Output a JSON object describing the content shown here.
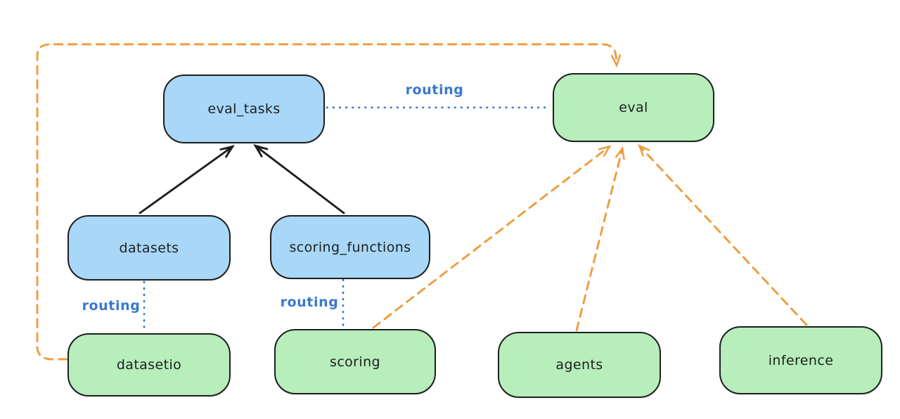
{
  "diagram": {
    "colors": {
      "blue_node_fill": "#a8d7f7",
      "green_node_fill": "#b7eebb",
      "node_stroke": "#1e1e1e",
      "routing_blue": "#3a78cf",
      "provider_orange": "#ef9c3e",
      "background": "#ffffff"
    },
    "nodes": [
      {
        "id": "eval_tasks",
        "label": "eval_tasks",
        "fill": "blue"
      },
      {
        "id": "eval",
        "label": "eval",
        "fill": "green"
      },
      {
        "id": "datasets",
        "label": "datasets",
        "fill": "blue"
      },
      {
        "id": "scoring_functions",
        "label": "scoring_functions",
        "fill": "blue"
      },
      {
        "id": "datasetio",
        "label": "datasetio",
        "fill": "green"
      },
      {
        "id": "scoring",
        "label": "scoring",
        "fill": "green"
      },
      {
        "id": "agents",
        "label": "agents",
        "fill": "green"
      },
      {
        "id": "inference",
        "label": "inference",
        "fill": "green"
      }
    ],
    "edges": [
      {
        "from": "datasets",
        "to": "eval_tasks",
        "style": "solid-black-arrow",
        "label": ""
      },
      {
        "from": "scoring_functions",
        "to": "eval_tasks",
        "style": "solid-black-arrow",
        "label": ""
      },
      {
        "from": "eval_tasks",
        "to": "eval",
        "style": "dotted-blue",
        "label": "routing"
      },
      {
        "from": "datasets",
        "to": "datasetio",
        "style": "dotted-blue",
        "label": "routing"
      },
      {
        "from": "scoring_functions",
        "to": "scoring",
        "style": "dotted-blue",
        "label": "routing"
      },
      {
        "from": "datasetio",
        "to": "eval",
        "style": "dashed-orange-arrow",
        "label": "",
        "route": "left-top-loop"
      },
      {
        "from": "scoring",
        "to": "eval",
        "style": "dashed-orange-arrow",
        "label": ""
      },
      {
        "from": "agents",
        "to": "eval",
        "style": "dashed-orange-arrow",
        "label": ""
      },
      {
        "from": "inference",
        "to": "eval",
        "style": "dashed-orange-arrow",
        "label": ""
      }
    ]
  }
}
